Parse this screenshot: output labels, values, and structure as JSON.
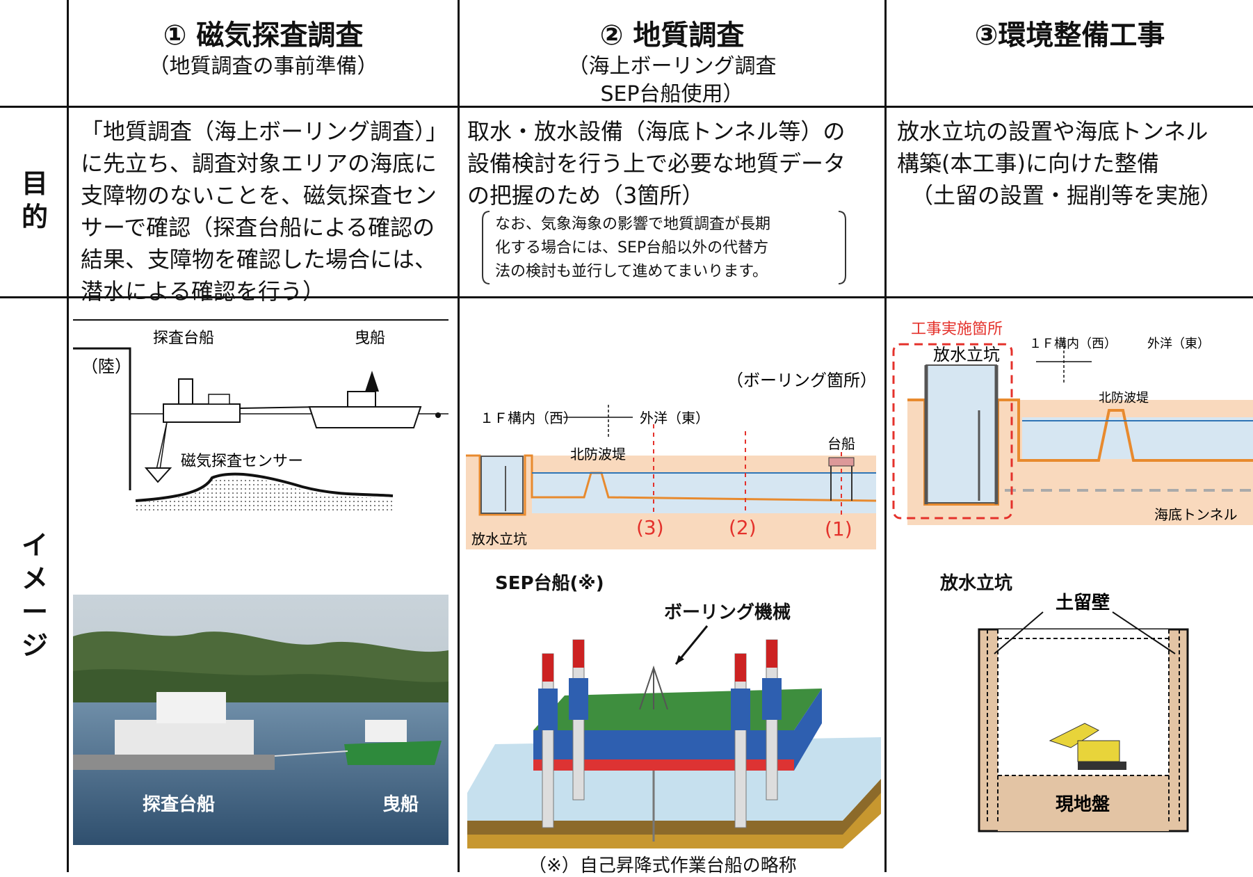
{
  "columns": [
    {
      "title": "① 磁気探査調査",
      "subtitle": [
        "（地質調査の事前準備）"
      ]
    },
    {
      "title": "② 地質調査",
      "subtitle": [
        "（海上ボーリング調査",
        "SEP台船使用）"
      ]
    },
    {
      "title": "③環境整備工事",
      "subtitle": []
    }
  ],
  "rows": {
    "purpose_label": [
      "目",
      "的"
    ],
    "image_label": [
      "イ",
      "メ",
      "ー",
      "ジ"
    ]
  },
  "purpose": {
    "col1": [
      "「地質調査（海上ボーリング調査）」",
      "に先立ち、調査対象エリアの海底に",
      "支障物のないことを、磁気探査セン",
      "サーで確認（探査台船による確認の",
      "結果、支障物を確認した場合には、",
      "潜水による確認を行う）"
    ],
    "col2": [
      "取水・放水設備（海底トンネル等）の",
      "設備検討を行う上で必要な地質データ",
      "の把握のため（3箇所）"
    ],
    "col2_note": [
      "なお、気象海象の影響で地質調査が長期",
      "化する場合には、SEP台船以外の代替方",
      "法の検討も並行して進めてまいります。"
    ],
    "col3": [
      "放水立坑の設置や海底トンネル",
      "構築(本工事)に向けた整備",
      "（土留の設置・掘削等を実施）"
    ]
  },
  "image1_diagram": {
    "land": "（陸）",
    "survey_boat": "探査台船",
    "tug_boat": "曳船",
    "sensor": "磁気探査センサー"
  },
  "image1_photo": {
    "survey_boat": "探査台船",
    "tug_boat": "曳船"
  },
  "image2_diagram": {
    "boring_points_label": "（ボーリング箇所）",
    "west": "１Ｆ構内（西）",
    "east": "外洋（東）",
    "breakwater": "北防波堤",
    "barge": "台船",
    "shaft": "放水立坑",
    "point3": "(3)",
    "point2": "(2)",
    "point1": "(1)"
  },
  "image2_sep": {
    "title": "SEP台船(※)",
    "machine": "ボーリング機械",
    "footnote": "（※）自己昇降式作業台船の略称"
  },
  "image3_diagram": {
    "site": "工事実施箇所",
    "shaft": "放水立坑",
    "west": "１Ｆ構内（西）",
    "east": "外洋（東）",
    "breakwater": "北防波堤",
    "tunnel": "海底トンネル"
  },
  "image3_section": {
    "title": "放水立坑",
    "wall": "土留壁",
    "ground": "現地盤"
  },
  "colors": {
    "red": "#e4312b",
    "water": "#d6e6f2",
    "soil": "#f9d9bd",
    "ground_line": "#e88a2e",
    "sea_line": "#2f74b5"
  }
}
